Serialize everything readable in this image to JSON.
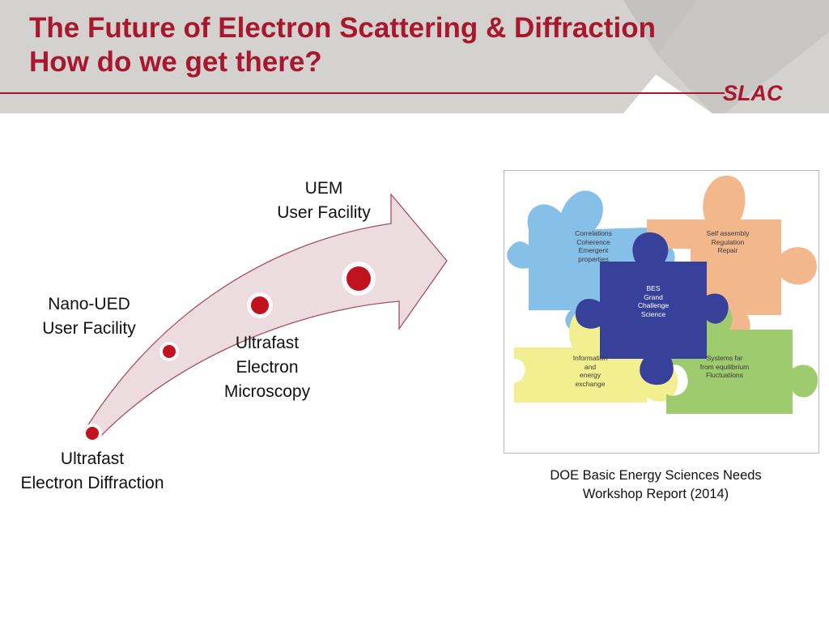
{
  "slide": {
    "title_line1": "The Future of Electron Scattering & Diffraction",
    "title_line2": "How do we get there?",
    "logo": "SLAC"
  },
  "roadmap": {
    "milestones": [
      {
        "lines": [
          "UEM",
          "User Facility"
        ]
      },
      {
        "lines": [
          "Nano-UED",
          "User Facility"
        ]
      },
      {
        "lines": [
          "Ultrafast",
          "Electron",
          "Microscopy"
        ]
      },
      {
        "lines": [
          "Ultrafast",
          "Electron Diffraction"
        ]
      }
    ]
  },
  "puzzle": {
    "pieces": [
      {
        "lines": [
          "Correlations",
          "Coherence",
          "Emergent",
          "properties"
        ],
        "color": "#86bfe8"
      },
      {
        "lines": [
          "Self assembly",
          "Regulation",
          "Repair"
        ],
        "color": "#f2b88c"
      },
      {
        "lines": [
          "BES",
          "Grand",
          "Challenge",
          "Science"
        ],
        "color": "#38419a"
      },
      {
        "lines": [
          "Information",
          "and",
          "energy",
          "exchange"
        ],
        "color": "#f1ef8f"
      },
      {
        "lines": [
          "Systems far",
          "from equilibrium",
          "Fluctuations"
        ],
        "color": "#9dcb6e"
      }
    ]
  },
  "caption": {
    "line1": "DOE Basic Energy Sciences Needs",
    "line2": "Workshop Report (2014)"
  },
  "colors": {
    "accent": "#a8172d",
    "header_bg": "#d3d2cf",
    "arrow_fill": "#ecdcdf",
    "dot": "#c1121f"
  }
}
